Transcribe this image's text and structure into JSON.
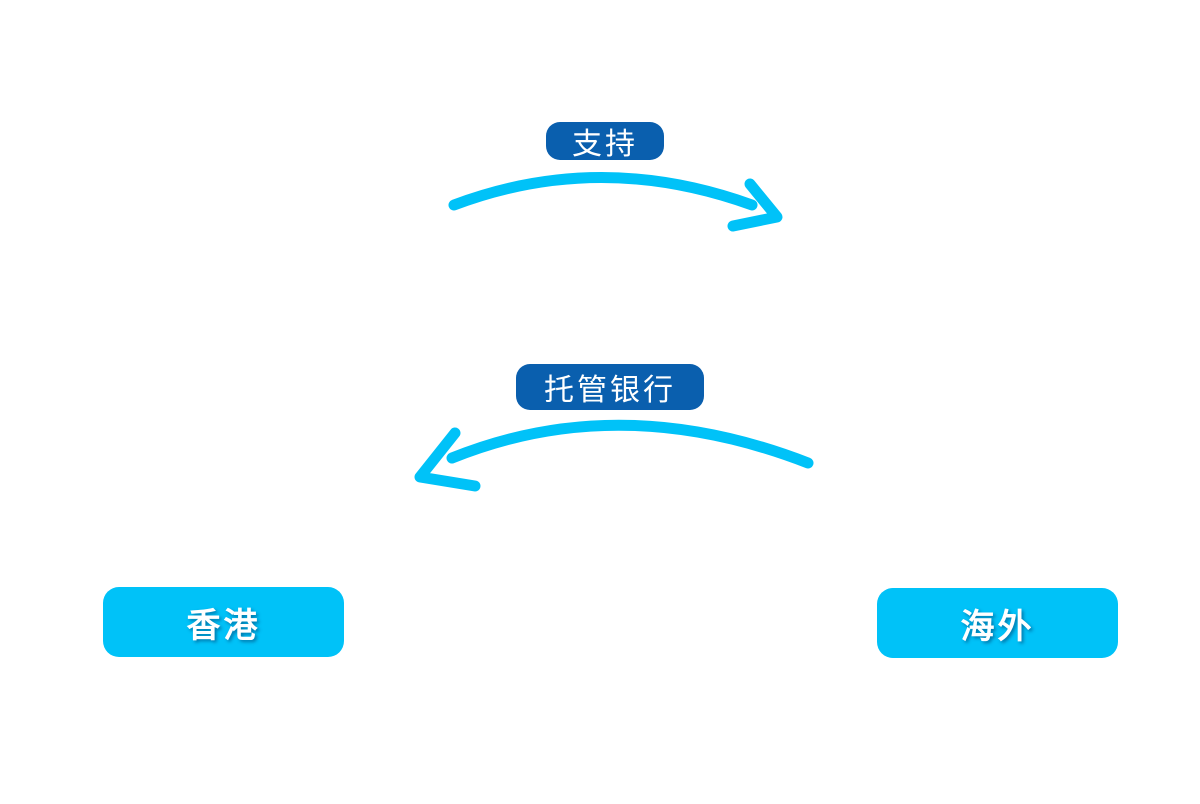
{
  "colors": {
    "arrow": "#00c2f8",
    "label_bg": "#0a5fae",
    "node_bg": "#00c2f8",
    "text": "#ffffff"
  },
  "arrows": [
    {
      "label": "支持",
      "direction": "right",
      "icon": "curved-arrow-right-icon"
    },
    {
      "label": "托管银行",
      "direction": "left",
      "icon": "curved-arrow-left-icon"
    }
  ],
  "nodes": {
    "left": "香港",
    "right": "海外"
  }
}
